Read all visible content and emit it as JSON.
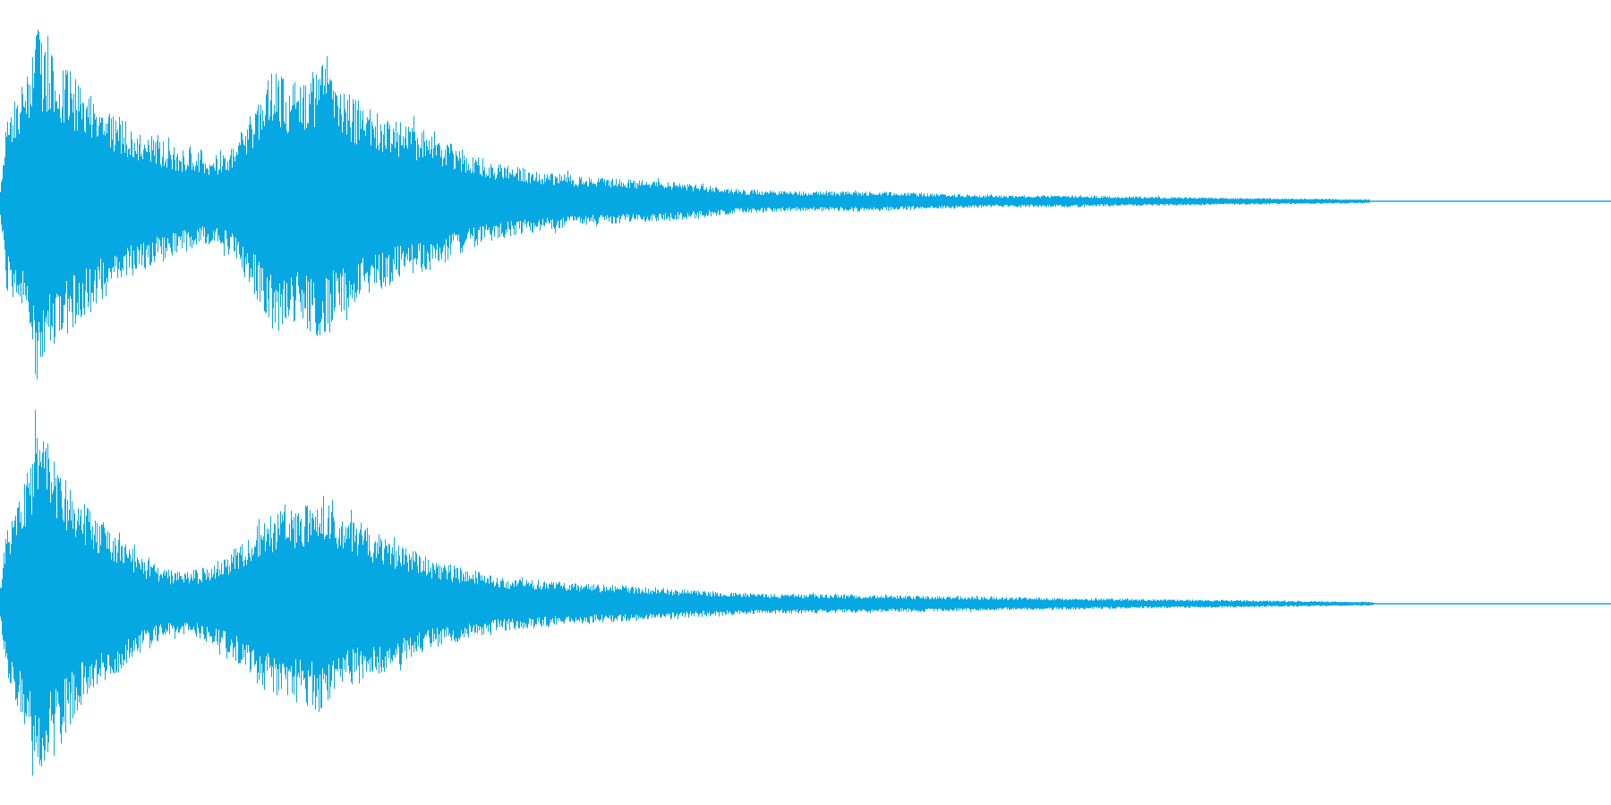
{
  "waveform": {
    "color": "#05a8e2",
    "background": "#ffffff",
    "channels": [
      {
        "name": "",
        "envelope": [
          [
            0.0,
            0.08
          ],
          [
            0.004,
            0.46
          ],
          [
            0.012,
            0.55
          ],
          [
            0.018,
            0.7
          ],
          [
            0.022,
            0.98
          ],
          [
            0.026,
            0.8
          ],
          [
            0.035,
            0.72
          ],
          [
            0.05,
            0.62
          ],
          [
            0.07,
            0.45
          ],
          [
            0.09,
            0.35
          ],
          [
            0.11,
            0.27
          ],
          [
            0.13,
            0.22
          ],
          [
            0.145,
            0.29
          ],
          [
            0.16,
            0.52
          ],
          [
            0.17,
            0.69
          ],
          [
            0.18,
            0.6
          ],
          [
            0.19,
            0.66
          ],
          [
            0.2,
            0.7
          ],
          [
            0.21,
            0.58
          ],
          [
            0.23,
            0.47
          ],
          [
            0.25,
            0.4
          ],
          [
            0.27,
            0.34
          ],
          [
            0.29,
            0.25
          ],
          [
            0.31,
            0.19
          ],
          [
            0.34,
            0.15
          ],
          [
            0.37,
            0.12
          ],
          [
            0.4,
            0.11
          ],
          [
            0.43,
            0.09
          ],
          [
            0.46,
            0.06
          ],
          [
            0.5,
            0.05
          ],
          [
            0.54,
            0.05
          ],
          [
            0.58,
            0.04
          ],
          [
            0.62,
            0.03
          ],
          [
            0.66,
            0.03
          ],
          [
            0.7,
            0.025
          ],
          [
            0.75,
            0.02
          ],
          [
            0.8,
            0.015
          ],
          [
            0.85,
            0.01
          ],
          [
            0.849,
            0.009
          ],
          [
            0.851,
            0.0
          ],
          [
            1.0,
            0.0
          ]
        ]
      },
      {
        "name": "",
        "envelope": [
          [
            0.0,
            0.1
          ],
          [
            0.004,
            0.4
          ],
          [
            0.012,
            0.55
          ],
          [
            0.018,
            0.72
          ],
          [
            0.024,
            0.98
          ],
          [
            0.03,
            0.82
          ],
          [
            0.04,
            0.68
          ],
          [
            0.05,
            0.52
          ],
          [
            0.07,
            0.38
          ],
          [
            0.085,
            0.26
          ],
          [
            0.1,
            0.18
          ],
          [
            0.115,
            0.16
          ],
          [
            0.13,
            0.2
          ],
          [
            0.145,
            0.28
          ],
          [
            0.16,
            0.43
          ],
          [
            0.175,
            0.48
          ],
          [
            0.19,
            0.52
          ],
          [
            0.2,
            0.56
          ],
          [
            0.21,
            0.44
          ],
          [
            0.23,
            0.38
          ],
          [
            0.25,
            0.3
          ],
          [
            0.27,
            0.22
          ],
          [
            0.29,
            0.18
          ],
          [
            0.31,
            0.14
          ],
          [
            0.34,
            0.12
          ],
          [
            0.37,
            0.1
          ],
          [
            0.4,
            0.09
          ],
          [
            0.43,
            0.07
          ],
          [
            0.46,
            0.055
          ],
          [
            0.5,
            0.05
          ],
          [
            0.54,
            0.045
          ],
          [
            0.58,
            0.04
          ],
          [
            0.62,
            0.035
          ],
          [
            0.66,
            0.03
          ],
          [
            0.7,
            0.025
          ],
          [
            0.75,
            0.02
          ],
          [
            0.8,
            0.015
          ],
          [
            0.85,
            0.01
          ],
          [
            0.852,
            0.008
          ],
          [
            0.854,
            0.0
          ],
          [
            1.0,
            0.0
          ]
        ]
      }
    ]
  }
}
